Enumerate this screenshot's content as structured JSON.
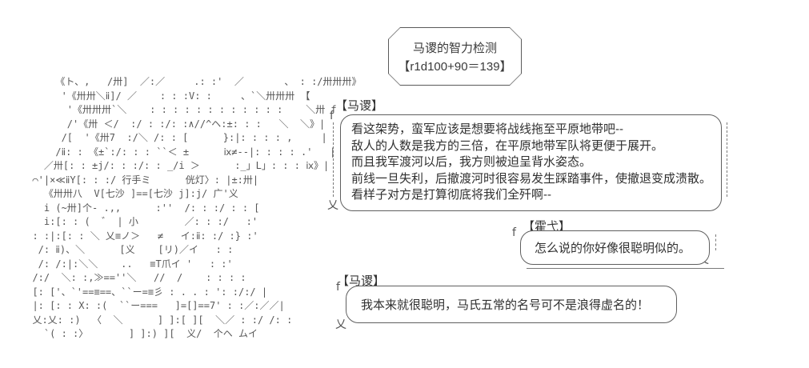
{
  "colors": {
    "ink": "#565656",
    "text": "#303030",
    "border": "#5f5f5f",
    "background": "#ffffff"
  },
  "roll_box": {
    "title": "马谡的智力检测",
    "result": "【r1d100+90＝139】"
  },
  "ascii_art": {
    "character": "马谡 ASCII portrait",
    "text": "      《ト、,   /卅]  ／:／     .: :'  ／       、 : :/卅卅卅》\n       '《卅卅＼ⅱ]/ ／    : : :V: :     、`＼卅卅卅 【\n        '《卅卅卅`＼    : : : : : : : : : : : :    ＼卅 f\n        /'《卅 ＜/  :/ : :/: :∧//^ヘ:±: : :   ＼  ＼》|\n       /[  '《卅7  :/＼ /: : [      }:|: : : : ,     |\n      /ⅱ: : 《±`:/: : : ``＜ ±      ⅸ≠--|: : : : .'   |\n    ／卅[: : ±j/: : :/: : _/i ＞      :_」L」: : : ⅸ》|\n  ⌒'|×≪ⅱY[: : :/ 行手ミ      侊灯〉: |±:卅|\n    《卅卅八  V[七沙 ]==[七沙 j]:j/ 广'义\n    i (~卅]个‐ .,,      :''  /: : :/ : : [\n    i:[: : (  ゛ | 小        ／: : :/   :'\n  : :|:[: : ＼ 乂≡ノ＞   ≠   イ:ⅱ: :/ :} :'\n   /: ⅱ)、＼      [义    [リ)／イ   : :\n   /: /:|:＼＼    ..   ≡T爪イ '   : :'\n  /:/  ＼: :,≫==''＼   //  /    : : : :\n  [: ['、`'==≡==、``ー=≡彡 : . . : ': :/:/ |\n  |: [: : X: :(  ``ー===   ]=[]==7' : :／:／／|\n  乂:乂: :)  〈  ＼      ] ]:[ ][  ＼／ : :/ /: :\n    `( : :〉       ] ]:) ][  义/  个ヘ ムイ"
  },
  "dialogues": [
    {
      "speaker": "【马谡】",
      "lines": [
        "看这架势，蛮军应该是想要将战线拖至平原地带吧--",
        "敌人的人数是我方的三倍，在平原地带军队将更便于展开。",
        "而且我军渡河以后，我方则被迫呈背水姿态。",
        "前线一旦失利，后撤渡河时很容易发生踩踏事件，使撤退变成溃散。",
        "看样子对方是打算彻底将我们全歼啊--"
      ]
    },
    {
      "speaker": "【霍弋】",
      "lines": [
        "怎么说的你好像很聪明似的。"
      ]
    },
    {
      "speaker": "【马谡】",
      "lines": [
        "我本来就很聪明，马氏五常的名号可不是浪得虚名的！"
      ]
    }
  ],
  "decor": {
    "hook": "f",
    "tail": "乂"
  }
}
